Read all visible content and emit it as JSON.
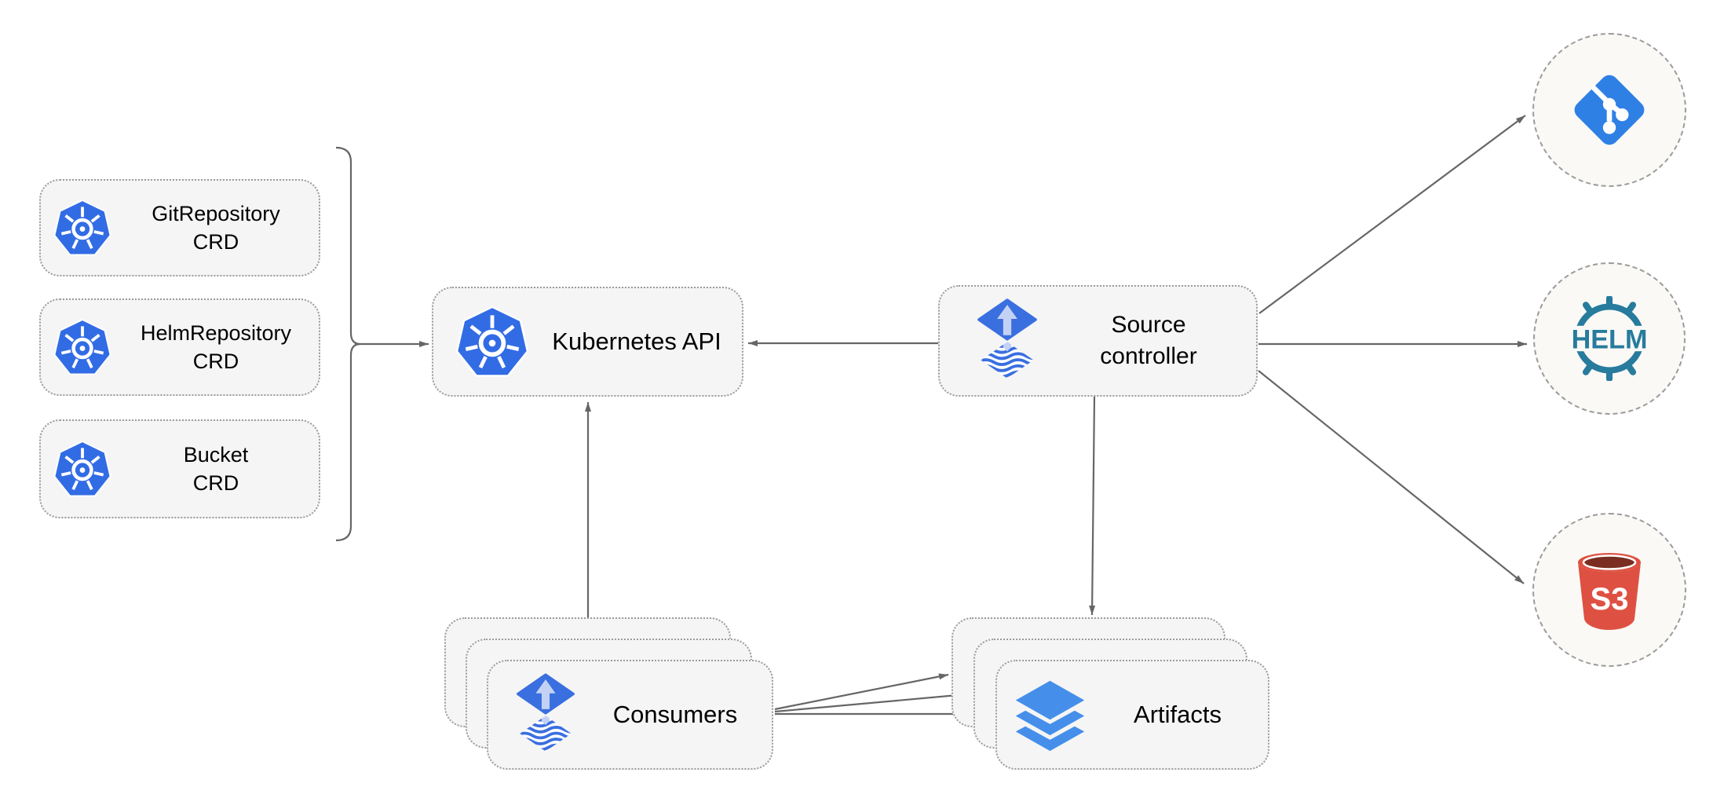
{
  "colors": {
    "kubernetes_blue": "#326CE5",
    "flux_blue": "#3A6FE0",
    "flux_arrow_light": "#C3D2F4",
    "git_blue": "#2F80E5",
    "helm_teal": "#277B9D",
    "s3_red": "#DE5142",
    "s3_dark_red": "#7A2D20",
    "layers_blue": "#458FEA",
    "arrow_gray": "#666666",
    "node_fill": "#F5F5F5",
    "node_border": "#9B9B9B",
    "circle_fill": "#FAF9F6",
    "text_color": "#000000"
  },
  "crd_boxes": [
    {
      "line1": "GitRepository",
      "line2": "CRD"
    },
    {
      "line1": "HelmRepository",
      "line2": "CRD"
    },
    {
      "line1": "Bucket",
      "line2": "CRD"
    }
  ],
  "kubernetes_api": {
    "label": "Kubernetes API"
  },
  "source_controller": {
    "line1": "Source",
    "line2": "controller"
  },
  "consumers": {
    "label": "Consumers"
  },
  "artifacts": {
    "label": "Artifacts"
  },
  "external_sources": [
    {
      "name": "git"
    },
    {
      "name": "helm",
      "logo_text": "HELM"
    },
    {
      "name": "s3",
      "logo_text": "S3"
    }
  ]
}
